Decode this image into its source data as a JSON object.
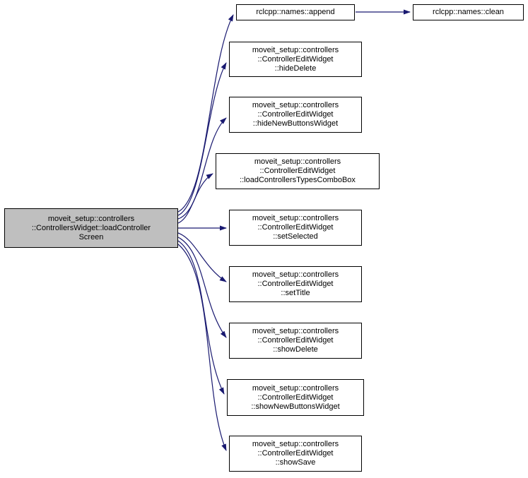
{
  "diagram": {
    "type": "call-graph",
    "colors": {
      "edge": "#191970",
      "root_fill": "#bfbfbf",
      "node_fill": "#ffffff",
      "border": "#000000",
      "background": "#ffffff"
    },
    "root": {
      "label": "moveit_setup::controllers\n::ControllersWidget::loadController\nScreen"
    },
    "calls": [
      {
        "label": "rclcpp::names::append"
      },
      {
        "label": "moveit_setup::controllers\n::ControllerEditWidget\n::hideDelete"
      },
      {
        "label": "moveit_setup::controllers\n::ControllerEditWidget\n::hideNewButtonsWidget"
      },
      {
        "label": "moveit_setup::controllers\n::ControllerEditWidget\n::loadControllersTypesComboBox"
      },
      {
        "label": "moveit_setup::controllers\n::ControllerEditWidget\n::setSelected"
      },
      {
        "label": "moveit_setup::controllers\n::ControllerEditWidget\n::setTitle"
      },
      {
        "label": "moveit_setup::controllers\n::ControllerEditWidget\n::showDelete"
      },
      {
        "label": "moveit_setup::controllers\n::ControllerEditWidget\n::showNewButtonsWidget"
      },
      {
        "label": "moveit_setup::controllers\n::ControllerEditWidget\n::showSave"
      }
    ],
    "secondary": {
      "label": "rclcpp::names::clean"
    }
  }
}
